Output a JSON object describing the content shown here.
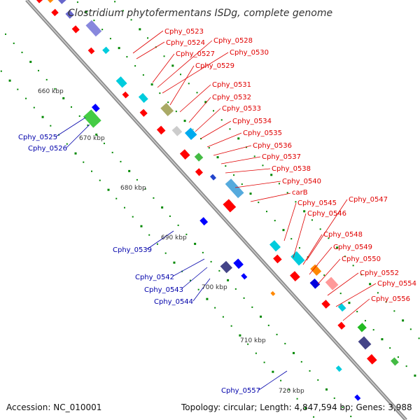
{
  "title": "Clostridium phytofermentans ISDg, complete genome",
  "footer": {
    "accession": "Accession: NC_010001",
    "topology": "Topology: circular; Length: 4,847,594 bp; Genes: 3,988"
  },
  "ticks": [
    "660 kbp",
    "670 kbp",
    "680 kbp",
    "690 kbp",
    "700 kbp",
    "710 kbp",
    "720 kbp"
  ],
  "forward_labels": [
    "Cphy_0523",
    "Cphy_0524",
    "Cphy_0527",
    "Cphy_0528",
    "Cphy_0530",
    "Cphy_0529",
    "Cphy_0531",
    "Cphy_0532",
    "Cphy_0533",
    "Cphy_0534",
    "Cphy_0535",
    "Cphy_0536",
    "Cphy_0537",
    "Cphy_0538",
    "Cphy_0540",
    "carB",
    "Cphy_0545",
    "Cphy_0547",
    "Cphy_0546",
    "Cphy_0548",
    "Cphy_0549",
    "Cphy_0550",
    "Cphy_0552",
    "Cphy_0554",
    "Cphy_0556"
  ],
  "reverse_labels": [
    "Cphy_0525",
    "Cphy_0526",
    "Cphy_0539",
    "Cphy_0542",
    "Cphy_0543",
    "Cphy_0544",
    "Cphy_0557"
  ],
  "colors": {
    "backbone": "#8c8c8c",
    "forward_cds": "#ff0000",
    "reverse_cds": "#0000ff",
    "forward_label": "#e00000",
    "reverse_label": "#0000aa",
    "gc_dots": "#008800"
  }
}
